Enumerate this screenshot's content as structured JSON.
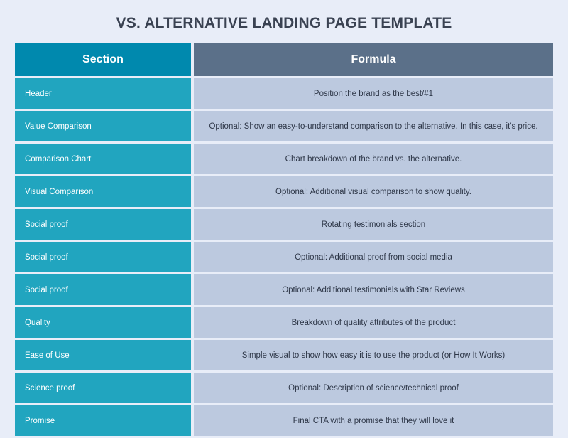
{
  "title": "VS. ALTERNATIVE LANDING PAGE TEMPLATE",
  "colors": {
    "background": "#E8EDF8",
    "title_text": "#3A4252",
    "section_header_bg": "#0089AE",
    "formula_header_bg": "#5B7089",
    "section_cell_bg": "#21A5BF",
    "formula_cell_bg": "#BCC9DF",
    "section_cell_text": "#FFFFFF",
    "formula_cell_text": "#2E3748"
  },
  "table": {
    "headers": {
      "section": "Section",
      "formula": "Formula"
    },
    "rows": [
      {
        "section": "Header",
        "formula": "Position the brand as the best/#1"
      },
      {
        "section": "Value Comparison",
        "formula": "Optional: Show an easy-to-understand comparison to the alternative. In this case, it's price."
      },
      {
        "section": "Comparison Chart",
        "formula": "Chart breakdown of the brand vs. the alternative."
      },
      {
        "section": "Visual Comparison",
        "formula": "Optional: Additional visual comparison to show quality."
      },
      {
        "section": "Social proof",
        "formula": "Rotating testimonials section"
      },
      {
        "section": "Social proof",
        "formula": "Optional: Additional proof from social media"
      },
      {
        "section": "Social proof",
        "formula": "Optional: Additional testimonials with Star Reviews"
      },
      {
        "section": "Quality",
        "formula": "Breakdown of quality attributes of the product"
      },
      {
        "section": "Ease of Use",
        "formula": "Simple visual to show how easy it is to use the product (or How It Works)"
      },
      {
        "section": "Science proof",
        "formula": "Optional: Description of science/technical proof"
      },
      {
        "section": "Promise",
        "formula": "Final CTA with a promise that they will love it"
      }
    ]
  }
}
